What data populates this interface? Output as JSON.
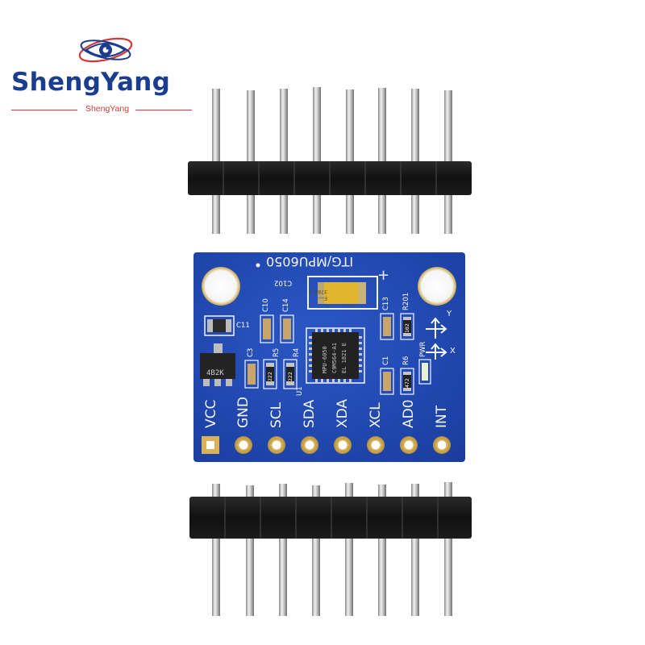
{
  "logo": {
    "name": "ShengYang",
    "subtitle": "ShengYang",
    "colors": {
      "name": "#1b3d8f",
      "accent": "#d03a3a"
    }
  },
  "board": {
    "title": "ITG/MPU6050",
    "colors": {
      "pcb": "#1f48b4",
      "silkscreen": "#f3f5ff",
      "chip": "#222222",
      "pad": "#d8b35a"
    },
    "pins": [
      "VCC",
      "GND",
      "SCL",
      "SDA",
      "XDA",
      "XCL",
      "AD0",
      "INT"
    ],
    "components": {
      "c102": "C102",
      "tantalum_marks": [
        "E——",
        "378K E"
      ],
      "c10": "C10",
      "c14": "C14",
      "c11": "C11",
      "c3": "C3",
      "r5": "R5",
      "r4": "R4",
      "u1": "U1",
      "c13": "C13",
      "r201": "R201",
      "c1": "C1",
      "r6": "R6",
      "pwr": "PWR",
      "regulator_mark": "4B2K",
      "resistor_222_a": "222",
      "resistor_222_b": "222",
      "resistor_102": "102",
      "resistor_472": "472",
      "axis_y": "Y",
      "axis_x": "X",
      "plus": "+",
      "chip_lines": [
        "MPU-6050",
        "C9M564-A1",
        "EL 1821 E"
      ]
    }
  }
}
